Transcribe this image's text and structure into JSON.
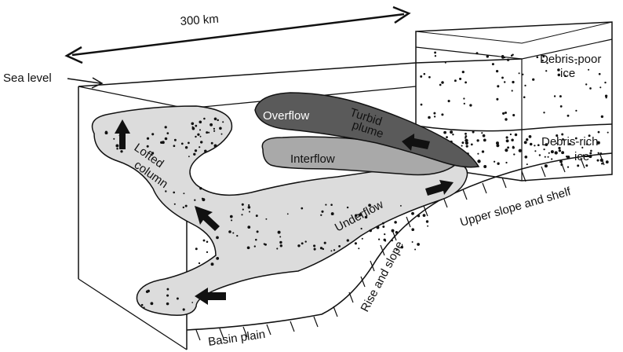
{
  "diagram": {
    "scale_label": "300 km",
    "sea_level_label": "Sea level",
    "ice_labels": {
      "debris_poor_line1": "Debris-poor",
      "debris_poor_line2": "ice",
      "debris_rich_line1": "Debris-rich",
      "debris_rich_line2": "ice"
    },
    "plume_labels": {
      "overflow": "Overflow",
      "turbid_line1": "Turbid",
      "turbid_line2": "plume",
      "interflow": "Interflow",
      "underflow": "Underflow",
      "lofted_line1": "Lofted",
      "lofted_line2": "column"
    },
    "seafloor_labels": {
      "upper_slope": "Upper slope and shelf",
      "rise_slope": "Rise and slope",
      "basin_plain": "Basin plain"
    },
    "colors": {
      "turbid_plume": "#5a5a5a",
      "interflow": "#a9a9a9",
      "underflow": "#dcdcdc",
      "outline": "#111111"
    }
  }
}
